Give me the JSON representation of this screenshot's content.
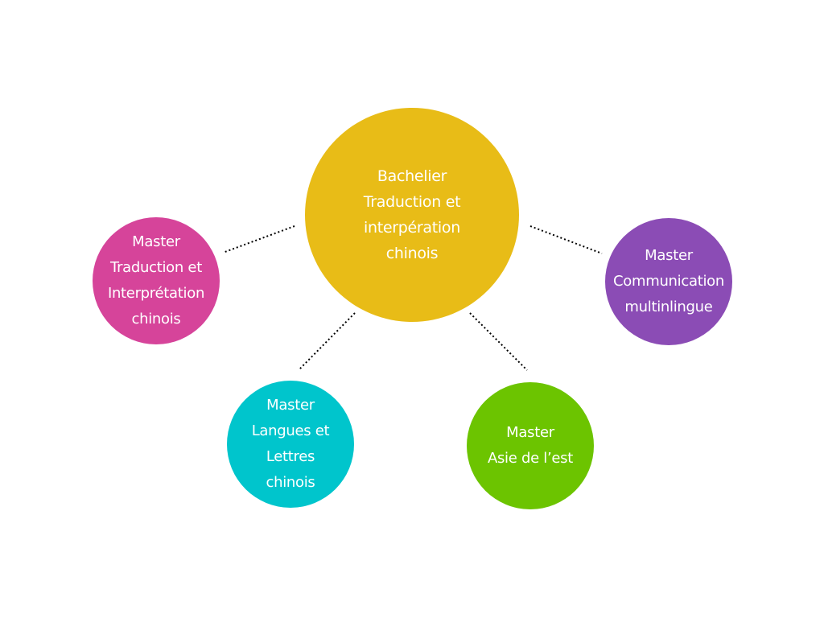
{
  "center": {
    "lines": [
      "Bachelier",
      "Traduction et",
      "interpération",
      "chinois"
    ],
    "color": "#E8BC17"
  },
  "nodes": [
    {
      "id": "pink",
      "lines": [
        "Master",
        "Traduction et",
        "Interprétation",
        "chinois"
      ],
      "color": "#D6449A"
    },
    {
      "id": "purple",
      "lines": [
        "Master",
        "Communication",
        "multinlingue"
      ],
      "color": "#8B4CB5"
    },
    {
      "id": "cyan",
      "lines": [
        "Master",
        "Langues et",
        "Lettres",
        "chinois"
      ],
      "color": "#00C5CC"
    },
    {
      "id": "green",
      "lines": [
        "Master",
        "Asie de l’est"
      ],
      "color": "#6CC400"
    }
  ]
}
